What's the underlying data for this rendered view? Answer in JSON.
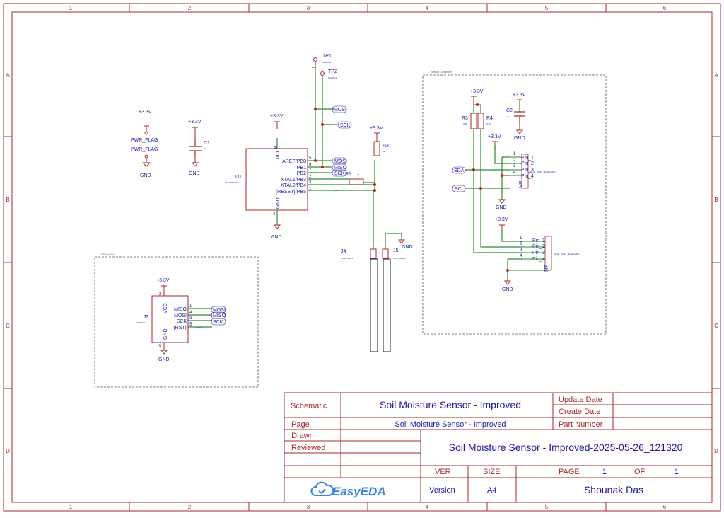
{
  "frame": {
    "columns": [
      "1",
      "2",
      "3",
      "4",
      "5",
      "6"
    ],
    "rows": [
      "A",
      "B",
      "C",
      "D"
    ]
  },
  "groups": {
    "isp_header": "ISP Header",
    "sensor_connectors": "Sensor Connectors"
  },
  "parts": {
    "u1": {
      "ref": "U1",
      "value": "ATtiny85V-10S",
      "pins": {
        "vcc": "VCC",
        "gnd": "GND",
        "aref": "AREF/PB0",
        "pb1": "PB1",
        "pb2": "PB2",
        "xtal1": "XTAL1/PB3",
        "xtal2": "XTAL2/PB4",
        "reset": "{RESET}/PB5"
      },
      "pin_numbers": {
        "vcc": "8",
        "gnd": "4",
        "aref": "5",
        "pb1": "6",
        "pb2": "7",
        "xtal1": "2",
        "xtal2": "3",
        "reset": "1"
      }
    },
    "c1": {
      "ref": "C1",
      "value": "1u"
    },
    "c2": {
      "ref": "C2",
      "value": "1u"
    },
    "r1": {
      "ref": "R1",
      "value": "1k"
    },
    "r2": {
      "ref": "R2",
      "value": "1k"
    },
    "r3": {
      "ref": "R3",
      "value": "3.3k"
    },
    "r4": {
      "ref": "R4",
      "value": "3.3k"
    },
    "tp1": {
      "ref": "TP1",
      "value": "TestPoint"
    },
    "tp2": {
      "ref": "TP2",
      "value": "TestPoint"
    },
    "j3": {
      "ref": "J3",
      "value": "AVR-ISP-6",
      "pins": {
        "vcc": "VCC",
        "gnd": "GND",
        "miso": "MISO",
        "mosi": "MOSI",
        "sck": "SCK",
        "rst": "{RST}"
      },
      "pin_numbers": {
        "vcc": "2",
        "gnd": "6",
        "miso": "1",
        "mosi": "4",
        "sck": "3",
        "rst": "5"
      }
    },
    "j4": {
      "ref": "J4",
      "value": "Conn_01x01"
    },
    "j5": {
      "ref": "J5",
      "value": "Conn_01x01"
    },
    "conn_a": {
      "value": "Conn_01x04_MountingPin",
      "pins": [
        "Pin_1",
        "Pin_2",
        "Pin_3",
        "Pin_4"
      ],
      "mp": "MP",
      "pin_numbers": [
        "1",
        "2",
        "3",
        "4"
      ]
    },
    "conn_b": {
      "value": "Conn_01x04_MountingPin",
      "pins": [
        "Pin_1",
        "Pin_2",
        "Pin_3",
        "Pin_4"
      ],
      "mp": "MP",
      "pin_numbers": [
        "1",
        "2",
        "3",
        "4"
      ]
    }
  },
  "nets": {
    "v33": "+3.3V",
    "gnd": "GND",
    "pwr_flag": "PWR_FLAG",
    "mosi": "MOSI",
    "miso": "MISO",
    "sck": "SCK",
    "sda": "SDA",
    "scl": "SCL",
    "rst": "RST"
  },
  "title_block": {
    "schematic_label": "Schematic",
    "title": "Soil Moisture Sensor - Improved",
    "update_date_label": "Update Date",
    "create_date_label": "Create Date",
    "page_label": "Page",
    "page_name": "Soil Moisture Sensor - Improved",
    "part_number_label": "Part Number",
    "drawn_label": "Drawn",
    "reviewed_label": "Reviewed",
    "file_name": "Soil Moisture Sensor - Improved-2025-05-26_121320",
    "ver_label": "VER",
    "size_label": "SIZE",
    "page_count_label": "PAGE",
    "page_number": "1",
    "of_label": "OF",
    "page_total": "1",
    "brand": "EasyEDA",
    "version_label": "Version",
    "size_value": "A4",
    "author": "Shounak Das"
  },
  "colors": {
    "frame": "#a52a2a",
    "wire": "#2e8b2e",
    "label": "#1a1aa0",
    "power": "#a52a2a",
    "pin_dot": "#c81e1e",
    "brand": "#3b82d6"
  }
}
